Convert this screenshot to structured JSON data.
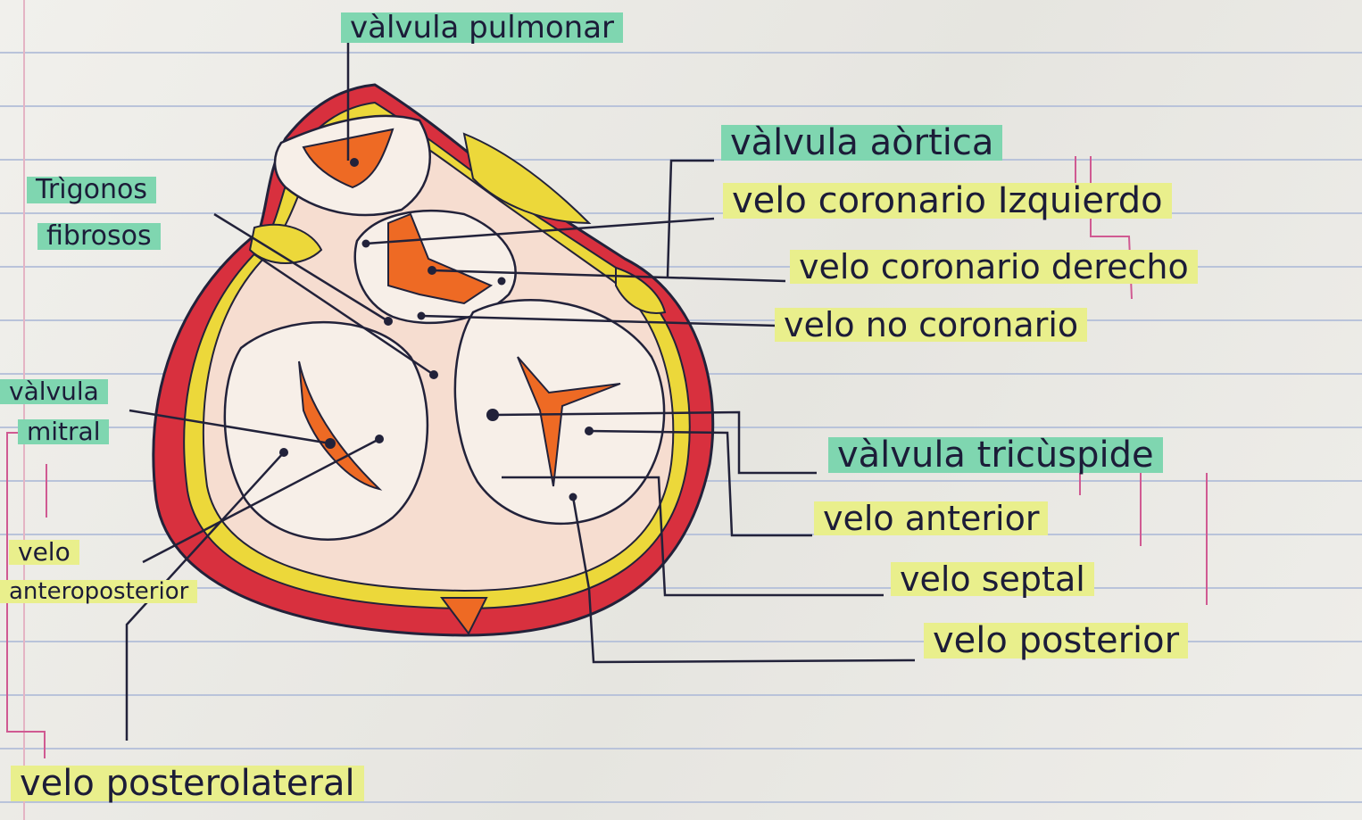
{
  "labels": {
    "valvula_pulmonar": "vàlvula pulmonar",
    "trigonos_line1": "Trìgonos",
    "trigonos_line2": "fibrosos",
    "valvula_aortica": "vàlvula aòrtica",
    "velo_coronario_izquierdo": "velo coronario Izquierdo",
    "velo_coronario_derecho": "velo coronario derecho",
    "velo_no_coronario": "velo no coronario",
    "valvula_mitral_line1": "vàlvula",
    "valvula_mitral_line2": "mitral",
    "valvula_tricuspide": "vàlvula tricùspide",
    "velo_anterior": "velo anterior",
    "velo_septal": "velo septal",
    "velo_posterior": "velo posterior",
    "velo_anteroposterior_line1": "velo",
    "velo_anteroposterior_line2": "anteroposterior",
    "velo_posterolateral": "velo posterolateral"
  },
  "colors": {
    "paper": "#ecebe6",
    "ruled_line": "#b9c3da",
    "margin_line": "#e4b4c4",
    "ink": "#1c1c38",
    "highlight_green": "#7fd6b0",
    "highlight_yellow": "#e9ef8c",
    "heart_red": "#d8303e",
    "fibrous_yellow": "#ecd83a",
    "valve_orange": "#ee6a24",
    "tissue_peach": "#f6ddd0"
  }
}
